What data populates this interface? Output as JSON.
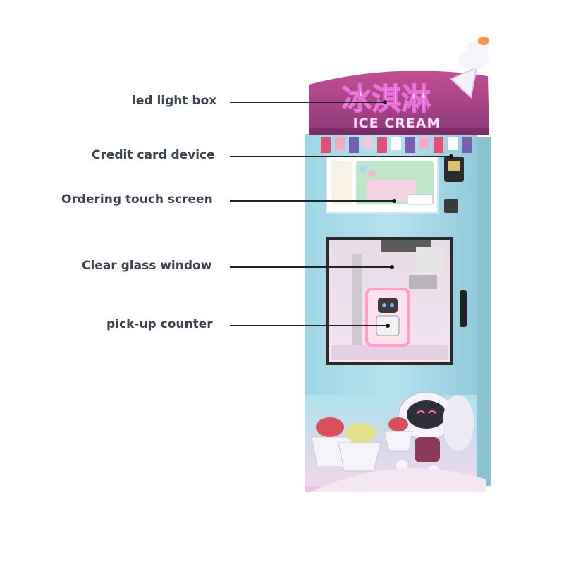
{
  "labels": {
    "led_light_box": "led light box",
    "credit_card_device": "Credit card device",
    "ordering_touch_screen": "Ordering touch screen",
    "clear_glass_window": "Clear glass window",
    "pickup_counter": "pick-up counter"
  },
  "sign": {
    "chinese_title": "冰淇淋",
    "english_title": "ICE CREAM"
  },
  "colors": {
    "cabinet": "#a8dbe8",
    "sign_purple": "#b0488c",
    "sign_text": "#ffffff",
    "sign_glow": "#e86fd8",
    "label_text": "#3b4350",
    "glass": "#efe2f0",
    "counter_glow": "#ff9ec8"
  }
}
